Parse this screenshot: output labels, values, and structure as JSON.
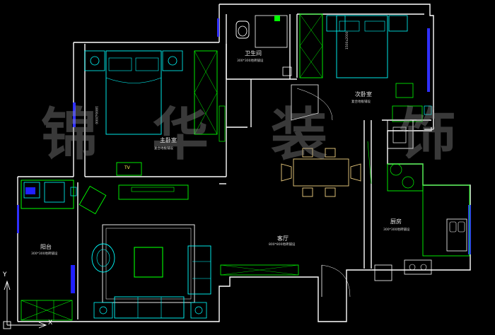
{
  "watermark": [
    "锦",
    "华",
    "装",
    "饰"
  ],
  "rooms": {
    "master_bedroom": {
      "name": "主卧室",
      "floor": "复合地板铺设"
    },
    "second_bedroom": {
      "name": "次卧室",
      "floor": "复合地板铺设"
    },
    "bathroom": {
      "name": "卫生间",
      "floor": "300*300地砖铺设"
    },
    "balcony": {
      "name": "阳台",
      "floor": "300*300地砖铺设"
    },
    "kitchen": {
      "name": "厨房",
      "floor": "300*300地砖铺设"
    },
    "living_room": {
      "name": "客厅",
      "floor": "800*800地砖铺设"
    }
  },
  "tv_label": "TV",
  "bed_dims": {
    "master": "1800x2000",
    "second": "1500x2000"
  },
  "axis": {
    "x": "X",
    "y": "Y"
  },
  "colors": {
    "wall": "#ffffff",
    "furniture": "#00ffff",
    "fixture": "#00ff00",
    "table": "#f0d080",
    "window": "#4040ff"
  }
}
